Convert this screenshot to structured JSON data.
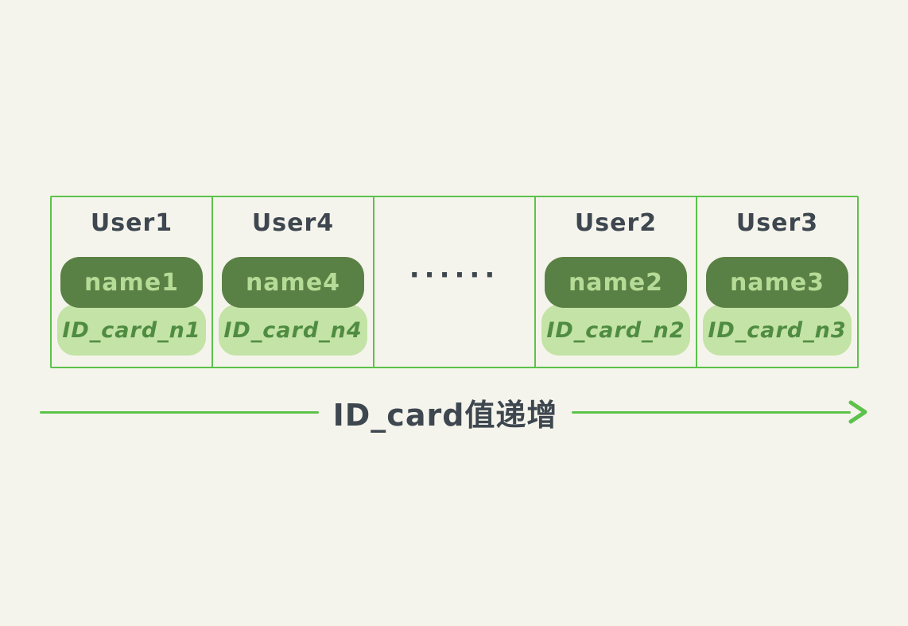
{
  "diagram": {
    "description_type": "hand-drawn hash/array bucket diagram",
    "table": {
      "cells": [
        {
          "user": "User1",
          "name": "name1",
          "id_card": "ID_card_n1"
        },
        {
          "user": "User4",
          "name": "name4",
          "id_card": "ID_card_n4"
        },
        {
          "ellipsis": "······"
        },
        {
          "user": "User2",
          "name": "name2",
          "id_card": "ID_card_n2"
        },
        {
          "user": "User3",
          "name": "name3",
          "id_card": "ID_card_n3"
        }
      ]
    },
    "arrow": {
      "label": "ID_card值递增"
    },
    "colors": {
      "background": "#f5f4ec",
      "grid_border_green": "#5cc24b",
      "dark_badge_green": "#5a8145",
      "dark_badge_text": "#b6db97",
      "light_badge_green": "#c4e3a6",
      "light_badge_text": "#4f8c42",
      "heading_text": "#3e474f"
    }
  }
}
